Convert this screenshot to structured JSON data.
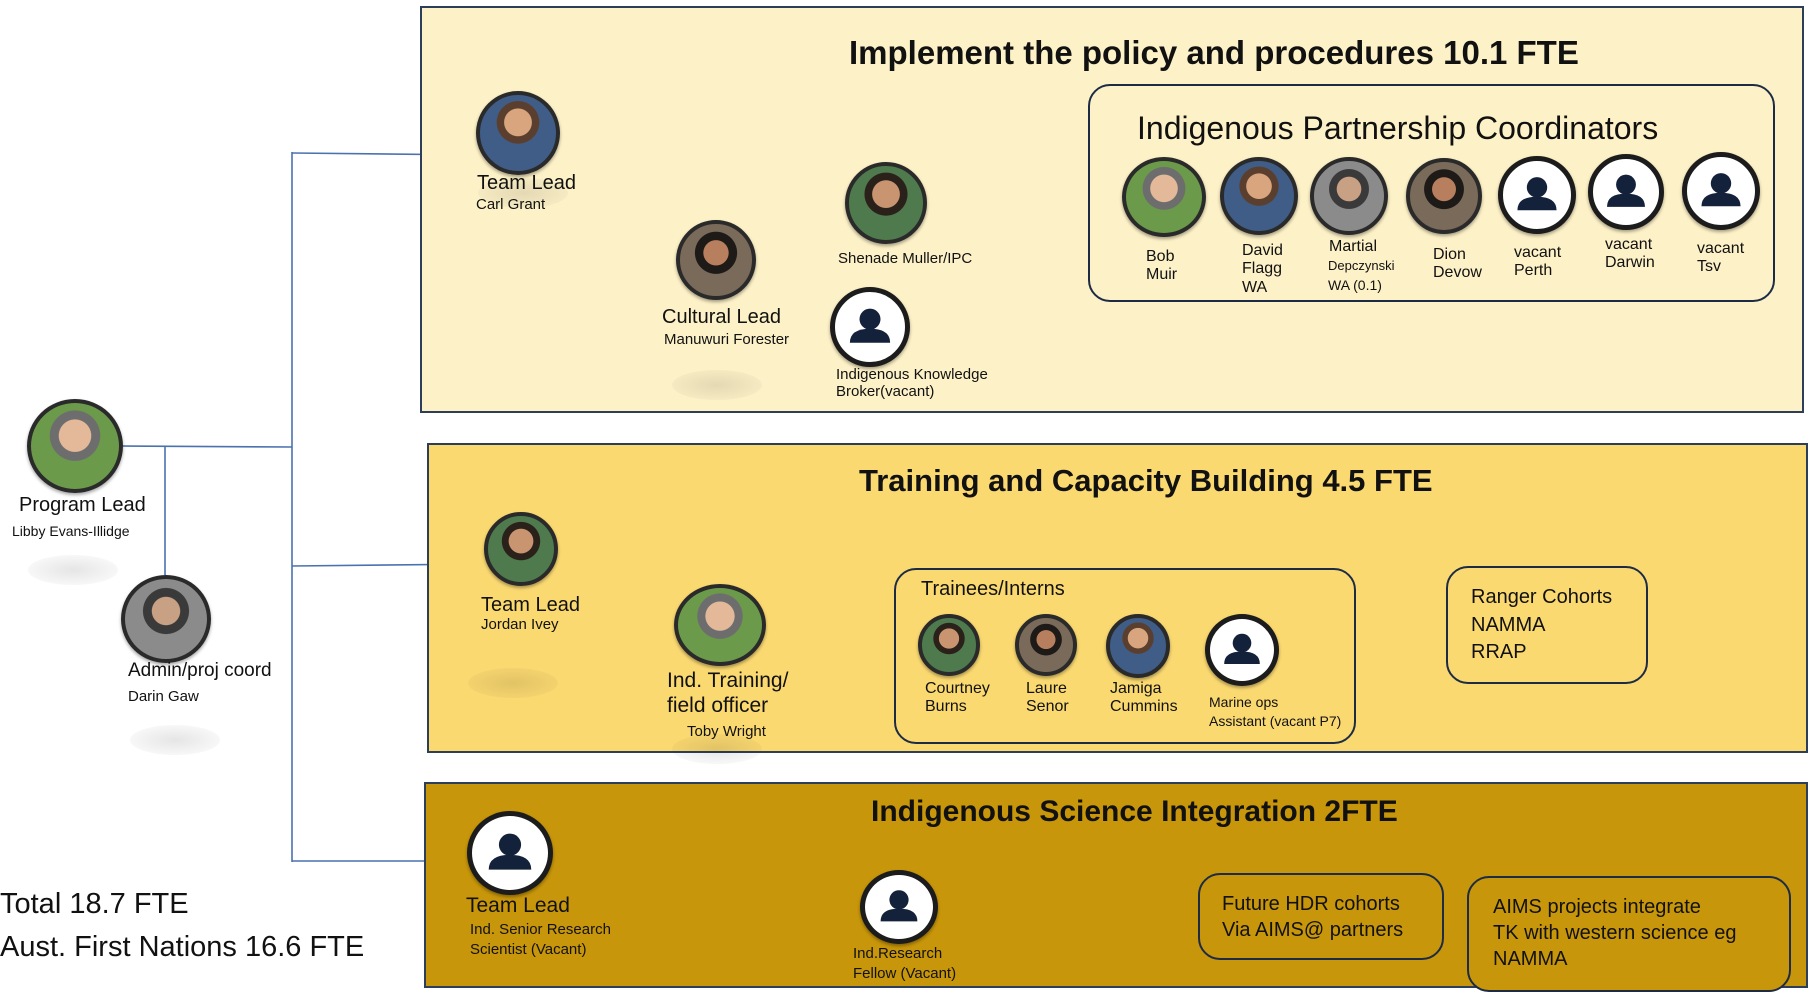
{
  "summary": {
    "total": "Total 18.7 FTE",
    "first_nations": "Aust. First Nations 16.6 FTE"
  },
  "program_lead": {
    "role": "Program Lead",
    "name": "Libby Evans-Illidge"
  },
  "admin": {
    "role": "Admin/proj coord",
    "name": "Darin Gaw"
  },
  "policy_panel": {
    "title": "Implement the policy and procedures 10.1 FTE",
    "team_lead": {
      "role": "Team Lead",
      "name": "Carl Grant"
    },
    "cultural_lead": {
      "role": "Cultural Lead",
      "name": "Manuwuri Forester"
    },
    "shenade": "Shenade Muller/IPC",
    "knowledge_broker": "Indigenous Knowledge\nBroker(vacant)",
    "ipc_box": {
      "title": "Indigenous Partnership Coordinators",
      "members": [
        {
          "label": "Bob\nMuir"
        },
        {
          "label": "David\nFlagg\nWA"
        },
        {
          "line1": "Martial",
          "line2": "Depczynski",
          "line3": "WA (0.1)"
        },
        {
          "label": "Dion\nDevow"
        },
        {
          "label": "vacant\nPerth"
        },
        {
          "label": "vacant\nDarwin"
        },
        {
          "label": "vacant\nTsv"
        }
      ]
    }
  },
  "training_panel": {
    "title": "Training and Capacity Building 4.5 FTE",
    "team_lead": {
      "role": "Team Lead",
      "name": "Jordan Ivey"
    },
    "field_officer": {
      "role": "Ind. Training/\nfield officer",
      "name": "Toby Wright"
    },
    "trainees_box": {
      "title": "Trainees/Interns",
      "members": [
        {
          "label": "Courtney\nBurns"
        },
        {
          "label": "Laure\nSenor"
        },
        {
          "label": "Jamiga\nCummins"
        },
        {
          "label": "Marine ops\nAssistant (vacant P7)"
        }
      ]
    },
    "ranger_box": "Ranger Cohorts\nNAMMA\nRRAP"
  },
  "science_panel": {
    "title": "Indigenous Science Integration 2FTE",
    "team_lead": {
      "role": "Team Lead",
      "name": "Ind. Senior Research\nScientist (Vacant)"
    },
    "research_fellow": "Ind.Research\nFellow (Vacant)",
    "hdr_box": "Future HDR cohorts\nVia AIMS@ partners",
    "aims_box": "AIMS projects integrate\nTK with western science eg\nNAMMA"
  },
  "colors": {
    "line": "#4a72b0",
    "panel1": "#fdf1c7",
    "panel2": "#fbd971",
    "panel3": "#c8960a",
    "border": "#2c3e5a"
  },
  "icons": {
    "vacant": "person-silhouette-icon"
  }
}
